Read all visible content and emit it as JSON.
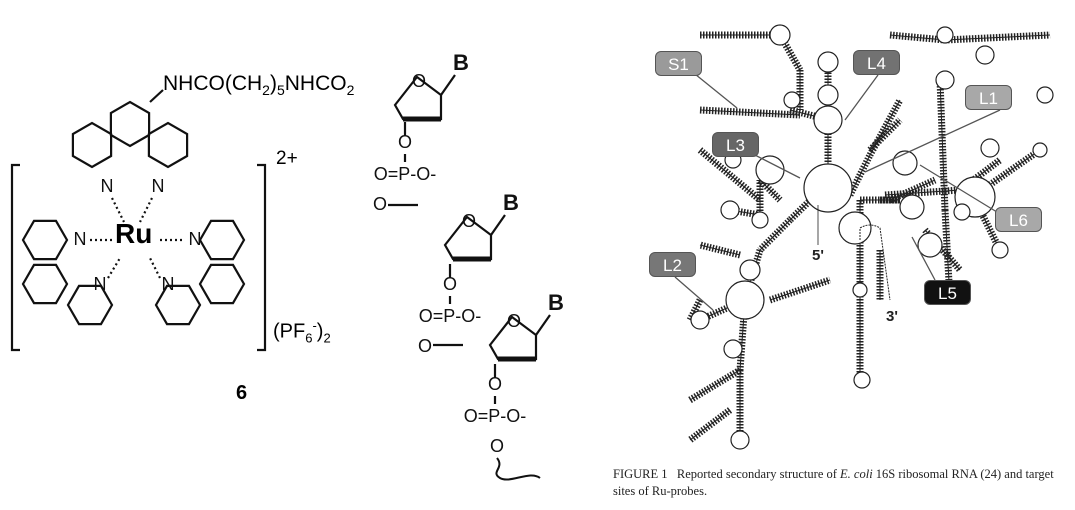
{
  "compound": {
    "linker": "NHCO(CH2)5NHCO2",
    "metal": "Ru",
    "nitrogen": "N",
    "charge": "2+",
    "counterion": "(PF6-)2",
    "number": "6",
    "base": "B",
    "oxygen": "O",
    "phosphate": "O=P-O-"
  },
  "rna_diagram": {
    "labels": [
      {
        "id": "S1",
        "color": "#9a9a9a"
      },
      {
        "id": "L4",
        "color": "#727272"
      },
      {
        "id": "L1",
        "color": "#a8a8a8"
      },
      {
        "id": "L3",
        "color": "#666666"
      },
      {
        "id": "L6",
        "color": "#a8a8a8"
      },
      {
        "id": "L2",
        "color": "#777777"
      },
      {
        "id": "L5",
        "color": "#111111"
      }
    ],
    "five_prime": "5'",
    "three_prime": "3'"
  },
  "caption": {
    "prefix": "FIGURE 1   Reported secondary structure of ",
    "species": "E. coli",
    "suffix": " 16S ribosomal RNA (24) and target sites of Ru-probes."
  }
}
